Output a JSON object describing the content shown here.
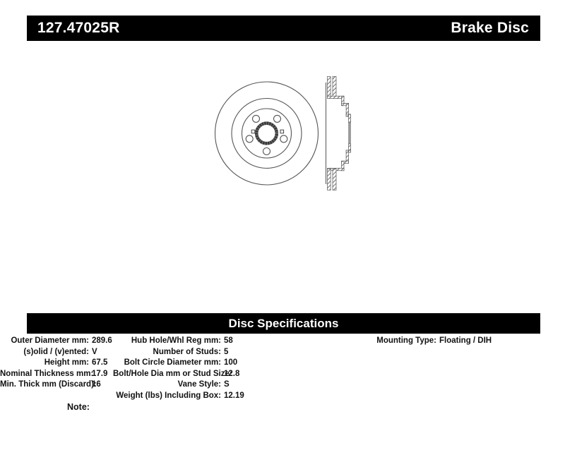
{
  "header": {
    "part_number": "127.47025R",
    "title": "Brake Disc"
  },
  "specifications": {
    "title": "Disc Specifications",
    "columns": [
      {
        "rows": [
          {
            "label": "Outer Diameter mm:",
            "value": "289.6"
          },
          {
            "label": "(s)olid / (v)ented:",
            "value": "V"
          },
          {
            "label": "Height mm:",
            "value": "67.5"
          },
          {
            "label": "Nominal Thickness mm:",
            "value": "17.9"
          },
          {
            "label": "Min. Thick mm (Discard):",
            "value": "16"
          }
        ]
      },
      {
        "rows": [
          {
            "label": "Hub Hole/Whl Reg mm:",
            "value": "58"
          },
          {
            "label": "Number of Studs:",
            "value": "5"
          },
          {
            "label": "Bolt Circle Diameter mm:",
            "value": "100"
          },
          {
            "label": "Bolt/Hole Dia mm or Stud Size:",
            "value": "12.8"
          },
          {
            "label": "Vane Style:",
            "value": "S"
          },
          {
            "label": "Weight (lbs) Including Box:",
            "value": "12.19"
          }
        ]
      },
      {
        "rows": [
          {
            "label": "Mounting Type:",
            "value": "Floating / DIH"
          }
        ]
      }
    ]
  },
  "note": {
    "label": "Note:"
  },
  "drawing": {
    "front_view_icon": "brake-disc-front-view",
    "side_view_icon": "brake-disc-cross-section-side-view"
  },
  "colors": {
    "bar_background": "#000000",
    "bar_text": "#ffffff",
    "drawing_line": "#555555",
    "hub_bore_gray": "#9a9a9a"
  }
}
